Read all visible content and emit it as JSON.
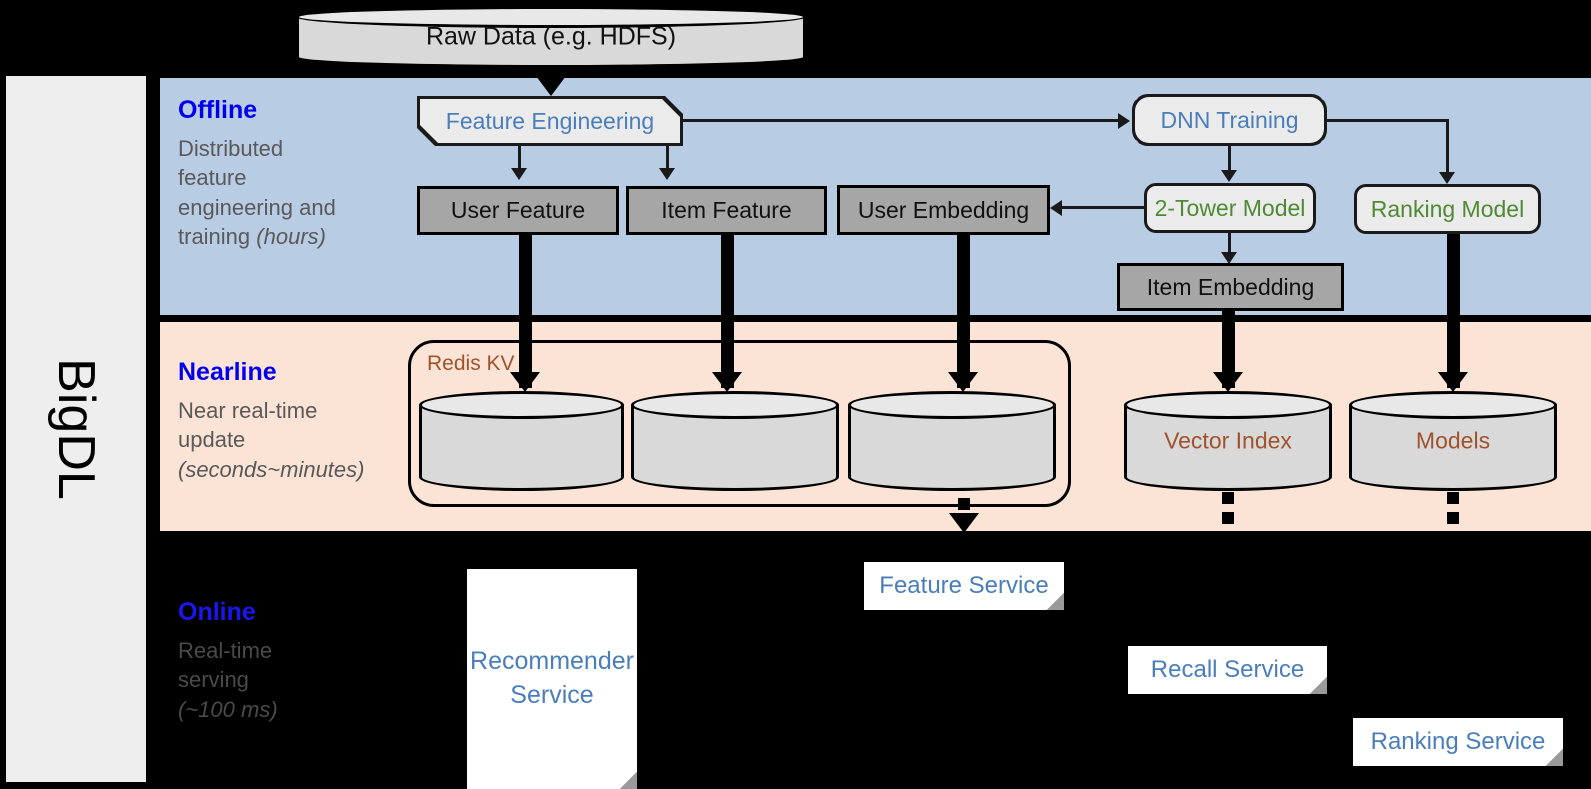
{
  "framework": {
    "name": "BigDL"
  },
  "source": {
    "label": "Raw Data (e.g. HDFS)"
  },
  "bands": [
    {
      "id": "offline",
      "title": "Offline",
      "subtitle_lines": [
        "Distributed",
        "feature",
        "engineering and",
        "training "
      ],
      "subtitle_italic": "(hours)",
      "bg_color": "#b8cce4"
    },
    {
      "id": "nearline",
      "title": "Nearline",
      "subtitle_lines": [
        "Near real-time",
        "update "
      ],
      "subtitle_italic": "(seconds~minutes)",
      "bg_color": "#fbe4d5"
    },
    {
      "id": "online",
      "title": "Online",
      "subtitle_lines": [
        "Real-time",
        "serving "
      ],
      "subtitle_italic": "(~100 ms)",
      "bg_color": "#000000"
    }
  ],
  "offline": {
    "feature_engineering": "Feature Engineering",
    "dnn_training": "DNN Training",
    "user_feature": "User Feature",
    "item_feature": "Item Feature",
    "user_embedding": "User Embedding",
    "two_tower_model": "2-Tower Model",
    "ranking_model": "Ranking Model",
    "item_embedding": "Item Embedding"
  },
  "nearline": {
    "redis_kv": "Redis KV",
    "stores": [
      "",
      "",
      ""
    ],
    "vector_index": "Vector Index",
    "models": "Models"
  },
  "online": {
    "recommender_service": "Recommender\nService",
    "recommender_service_l1": "Recommender",
    "recommender_service_l2": "Service",
    "feature_service": "Feature Service",
    "recall_service": "Recall Service",
    "ranking_service": "Ranking Service"
  },
  "colors": {
    "offline_bg": "#b8cce4",
    "nearline_bg": "#fbe4d5",
    "online_bg": "#000000",
    "band_title": "#0000ee",
    "band_subtitle": "#595959",
    "process_text_blue": "#4a7ebb",
    "model_text_green": "#4e8a33",
    "store_text_brown": "#a0522d",
    "data_box_gray": "#a6a6a6",
    "rail_gray": "#eeeeee"
  }
}
